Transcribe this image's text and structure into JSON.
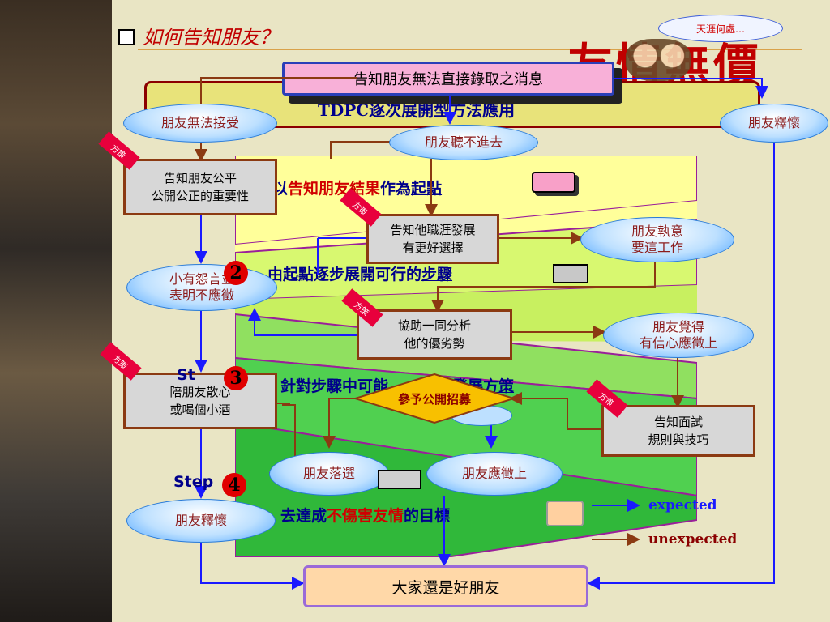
{
  "title": "如何告知朋友？",
  "cloud_text": "天涯何處…",
  "banner": "告知朋友無法直接錄取之消息",
  "under_banner": "TDPC逐次展開型方法應用",
  "big_title": "友情無價",
  "ovals": {
    "cannot_accept": "朋友無法接受",
    "relief_top": "朋友釋懷",
    "wont_listen": "朋友聽不進去",
    "insist": [
      "朋友執意",
      "要這工作"
    ],
    "complain": [
      "小有怨言並",
      "表明不應徵"
    ],
    "confident": [
      "朋友覺得",
      "有信心應徵上"
    ],
    "failed": "朋友落選",
    "accepted": "朋友應徵上",
    "relief_bottom": "朋友釋懷"
  },
  "boxes": {
    "fair": [
      "告知朋友公平",
      "公開公正的重要性"
    ],
    "career": [
      "告知他職涯發展",
      "有更好選擇"
    ],
    "analyze": [
      "協助一同分析",
      "他的優劣勢"
    ],
    "comfort": [
      "陪朋友散心",
      "或喝個小酒"
    ],
    "interview": [
      "告知面試",
      "規則與技巧"
    ],
    "open_recruit": "參予公開招募",
    "final": "大家還是好朋友"
  },
  "panel_text": {
    "line1_a": "以",
    "line1_b": "告知朋友結果",
    "line1_c": "作為",
    "line1_d": "起點",
    "line2_a": "由起點逐步展開可行的",
    "line2_b": "步驟",
    "line3_a": "針對步驟中可能",
    "line3_b": "，發展",
    "line3_c": "方策",
    "line4_a": "去達成",
    "line4_b": "不傷害友情",
    "line4_c": "的",
    "line4_d": "目標"
  },
  "steps": {
    "step2_num": "2",
    "step3_label": "St",
    "step3_num": "3",
    "step4_label": "Step",
    "step4_num": "4"
  },
  "ribbon_text": "方策",
  "legend": {
    "expected": "expected",
    "unexpected": "unexpected"
  },
  "colors": {
    "blue_arrow": "#1a1aff",
    "brown_arrow": "#8b3a12",
    "accent_red": "#d00000"
  }
}
